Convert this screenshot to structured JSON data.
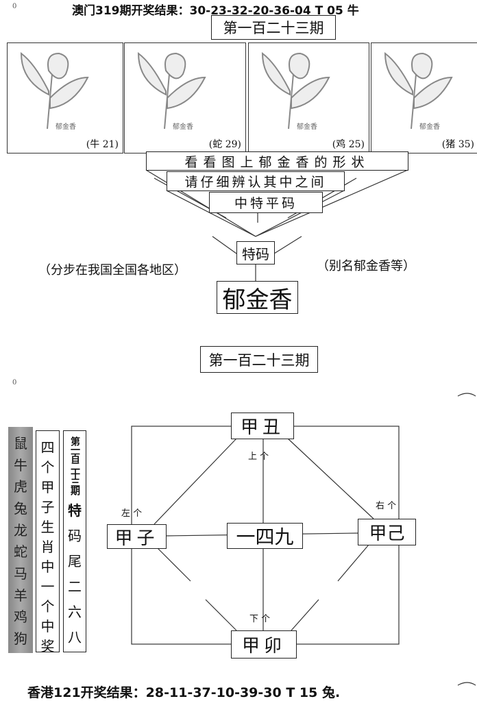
{
  "header": {
    "macau_result": "澳门319期开奖结果：30-23-32-20-36-04 T 05 牛",
    "issue_title": "第一百二十三期",
    "zero_mark": "0"
  },
  "panels": [
    {
      "label": "郁金香",
      "caption": "(牛 21)"
    },
    {
      "label": "郁金香",
      "caption": "(蛇 29)"
    },
    {
      "label": "郁金香",
      "caption": "(鸡 25)"
    },
    {
      "label": "郁金香",
      "caption": "(猪 35)"
    }
  ],
  "riddle": {
    "line1": "看看图上郁金香的形状",
    "line2": "请仔细辨认其中之间",
    "line3": "中特平码",
    "special": "特码",
    "answer": "郁金香",
    "note_left": "（分步在我国全国各地区）",
    "note_right": "（别名郁金香等）"
  },
  "section2": {
    "issue_title": "第一百二十三期",
    "zero_mark": "0"
  },
  "zodiac_column": [
    "鼠",
    "牛",
    "虎",
    "兔",
    "龙",
    "蛇",
    "马",
    "羊",
    "鸡",
    "狗"
  ],
  "hint_column": [
    "四",
    "个",
    "甲",
    "子",
    "生",
    "肖",
    "中",
    "一",
    "个",
    "中",
    "奖"
  ],
  "tail_column": {
    "head": "第一百二十三期",
    "chars": [
      "特",
      "码",
      "尾",
      "二",
      "六",
      "八"
    ]
  },
  "diagram": {
    "top": "甲丑",
    "left": "甲子",
    "center": "一四九",
    "right": "甲己",
    "bottom": "甲卯",
    "top_label": "上 个",
    "left_label": "左 个",
    "right_label": "右 个",
    "bottom_label": "下 个"
  },
  "footer": {
    "hk_result": "香港121开奖结果：28-11-37-10-39-30 T 15 兔."
  }
}
